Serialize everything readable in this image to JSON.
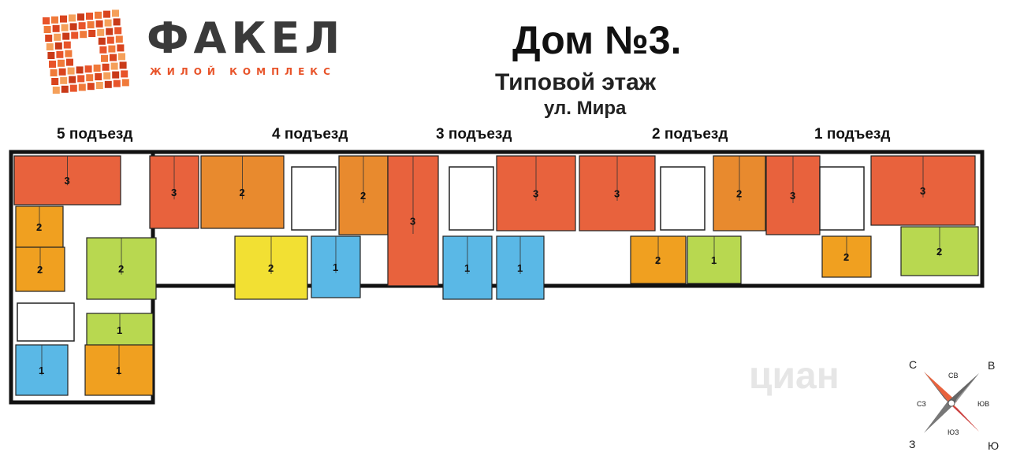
{
  "brand": {
    "name": "ФАКЕЛ",
    "subtitle": "ЖИЛОЙ КОМПЛЕКС",
    "colors": {
      "brand_orange": "#e8542a",
      "brand_dark": "#3a3a3a"
    }
  },
  "title": {
    "main": "Дом №3.",
    "floor": "Типовой этаж",
    "street": "ул. Мира"
  },
  "entrances": [
    "5 подъезд",
    "4 подъезд",
    "3 подъезд",
    "2 подъезд",
    "1 подъезд"
  ],
  "apartments": [
    {
      "rooms": "3",
      "color": "#e8623d"
    },
    {
      "rooms": "2",
      "color": "#f0a020"
    },
    {
      "rooms": "2",
      "color": "#f0a020"
    },
    {
      "rooms": "2",
      "color": "#b8d850"
    },
    {
      "rooms": "3",
      "color": "#e8623d"
    },
    {
      "rooms": "2",
      "color": "#e88a2e"
    },
    {
      "rooms": "2",
      "color": "#f2e033"
    },
    {
      "rooms": "1",
      "color": "#5ab8e6"
    },
    {
      "rooms": "2",
      "color": "#e88a2e"
    },
    {
      "rooms": "3",
      "color": "#e8623d"
    },
    {
      "rooms": "1",
      "color": "#5ab8e6"
    },
    {
      "rooms": "1",
      "color": "#5ab8e6"
    },
    {
      "rooms": "3",
      "color": "#e8623d"
    },
    {
      "rooms": "3",
      "color": "#e8623d"
    },
    {
      "rooms": "2",
      "color": "#f0a020"
    },
    {
      "rooms": "1",
      "color": "#b8d850"
    },
    {
      "rooms": "2",
      "color": "#e88a2e"
    },
    {
      "rooms": "3",
      "color": "#e8623d"
    },
    {
      "rooms": "2",
      "color": "#f0a020"
    },
    {
      "rooms": "3",
      "color": "#e8623d"
    },
    {
      "rooms": "2",
      "color": "#b8d850"
    },
    {
      "rooms": "1",
      "color": "#b8d850"
    },
    {
      "rooms": "1",
      "color": "#5ab8e6"
    },
    {
      "rooms": "1",
      "color": "#f0a020"
    }
  ],
  "compass": {
    "main": {
      "north": "С",
      "east": "В",
      "south": "Ю",
      "west": "З"
    },
    "intermediate": {
      "ne": "СВ",
      "se": "ЮВ",
      "sw": "ЮЗ",
      "nw": "СЗ"
    }
  },
  "watermark": "циан"
}
